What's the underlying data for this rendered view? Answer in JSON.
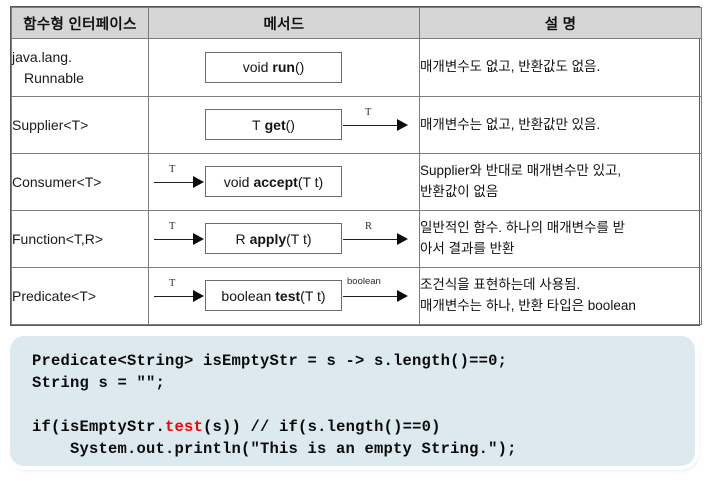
{
  "table": {
    "headers": {
      "interface": "함수형 인터페이스",
      "method": "메서드",
      "description": "설 명"
    },
    "rows": [
      {
        "interface_line1": "java.lang.",
        "interface_line2": "Runnable",
        "method": {
          "return_type": "void",
          "name": "run",
          "args": "()"
        },
        "arrow_in": "",
        "arrow_out": "",
        "desc_line1": "매개변수도 없고, 반환값도 없음.",
        "desc_line2": ""
      },
      {
        "interface_line1": "Supplier<T>",
        "interface_line2": "",
        "method": {
          "return_type": "T",
          "name": "get",
          "args": "()"
        },
        "arrow_in": "",
        "arrow_out": "T",
        "desc_line1": "매개변수는 없고, 반환값만 있음.",
        "desc_line2": ""
      },
      {
        "interface_line1": "Consumer<T>",
        "interface_line2": "",
        "method": {
          "return_type": "void",
          "name": "accept",
          "args": "(T t)"
        },
        "arrow_in": "T",
        "arrow_out": "",
        "desc_line1": "Supplier와 반대로 매개변수만 있고,",
        "desc_line2": "반환값이 없음"
      },
      {
        "interface_line1": "Function<T,R>",
        "interface_line2": "",
        "method": {
          "return_type": "R",
          "name": "apply",
          "args": "(T t)"
        },
        "arrow_in": "T",
        "arrow_out": "R",
        "desc_line1": "일반적인 함수. 하나의 매개변수를 받",
        "desc_line2": "아서 결과를 반환"
      },
      {
        "interface_line1": "Predicate<T>",
        "interface_line2": "",
        "method": {
          "return_type": "boolean",
          "name": "test",
          "args": "(T t)"
        },
        "arrow_in": "T",
        "arrow_out": "boolean",
        "desc_line1": "조건식을 표현하는데 사용됨.",
        "desc_line2": "매개변수는 하나, 반환 타입은 boolean"
      }
    ]
  },
  "code": {
    "line1": "Predicate<String> isEmptyStr = s -> s.length()==0;",
    "line2": "String s = \"\";",
    "line4_pre": "if(isEmptyStr.",
    "line4_hl": "test",
    "line4_post": "(s)) // if(s.length()==0)",
    "line5": "    System.out.println(\"This is an empty String.\");"
  },
  "colors": {
    "header_bg": "#d6d6d6",
    "code_bg": "#dceaef",
    "highlight": "#ff0000",
    "border": "#7d7d7d"
  }
}
